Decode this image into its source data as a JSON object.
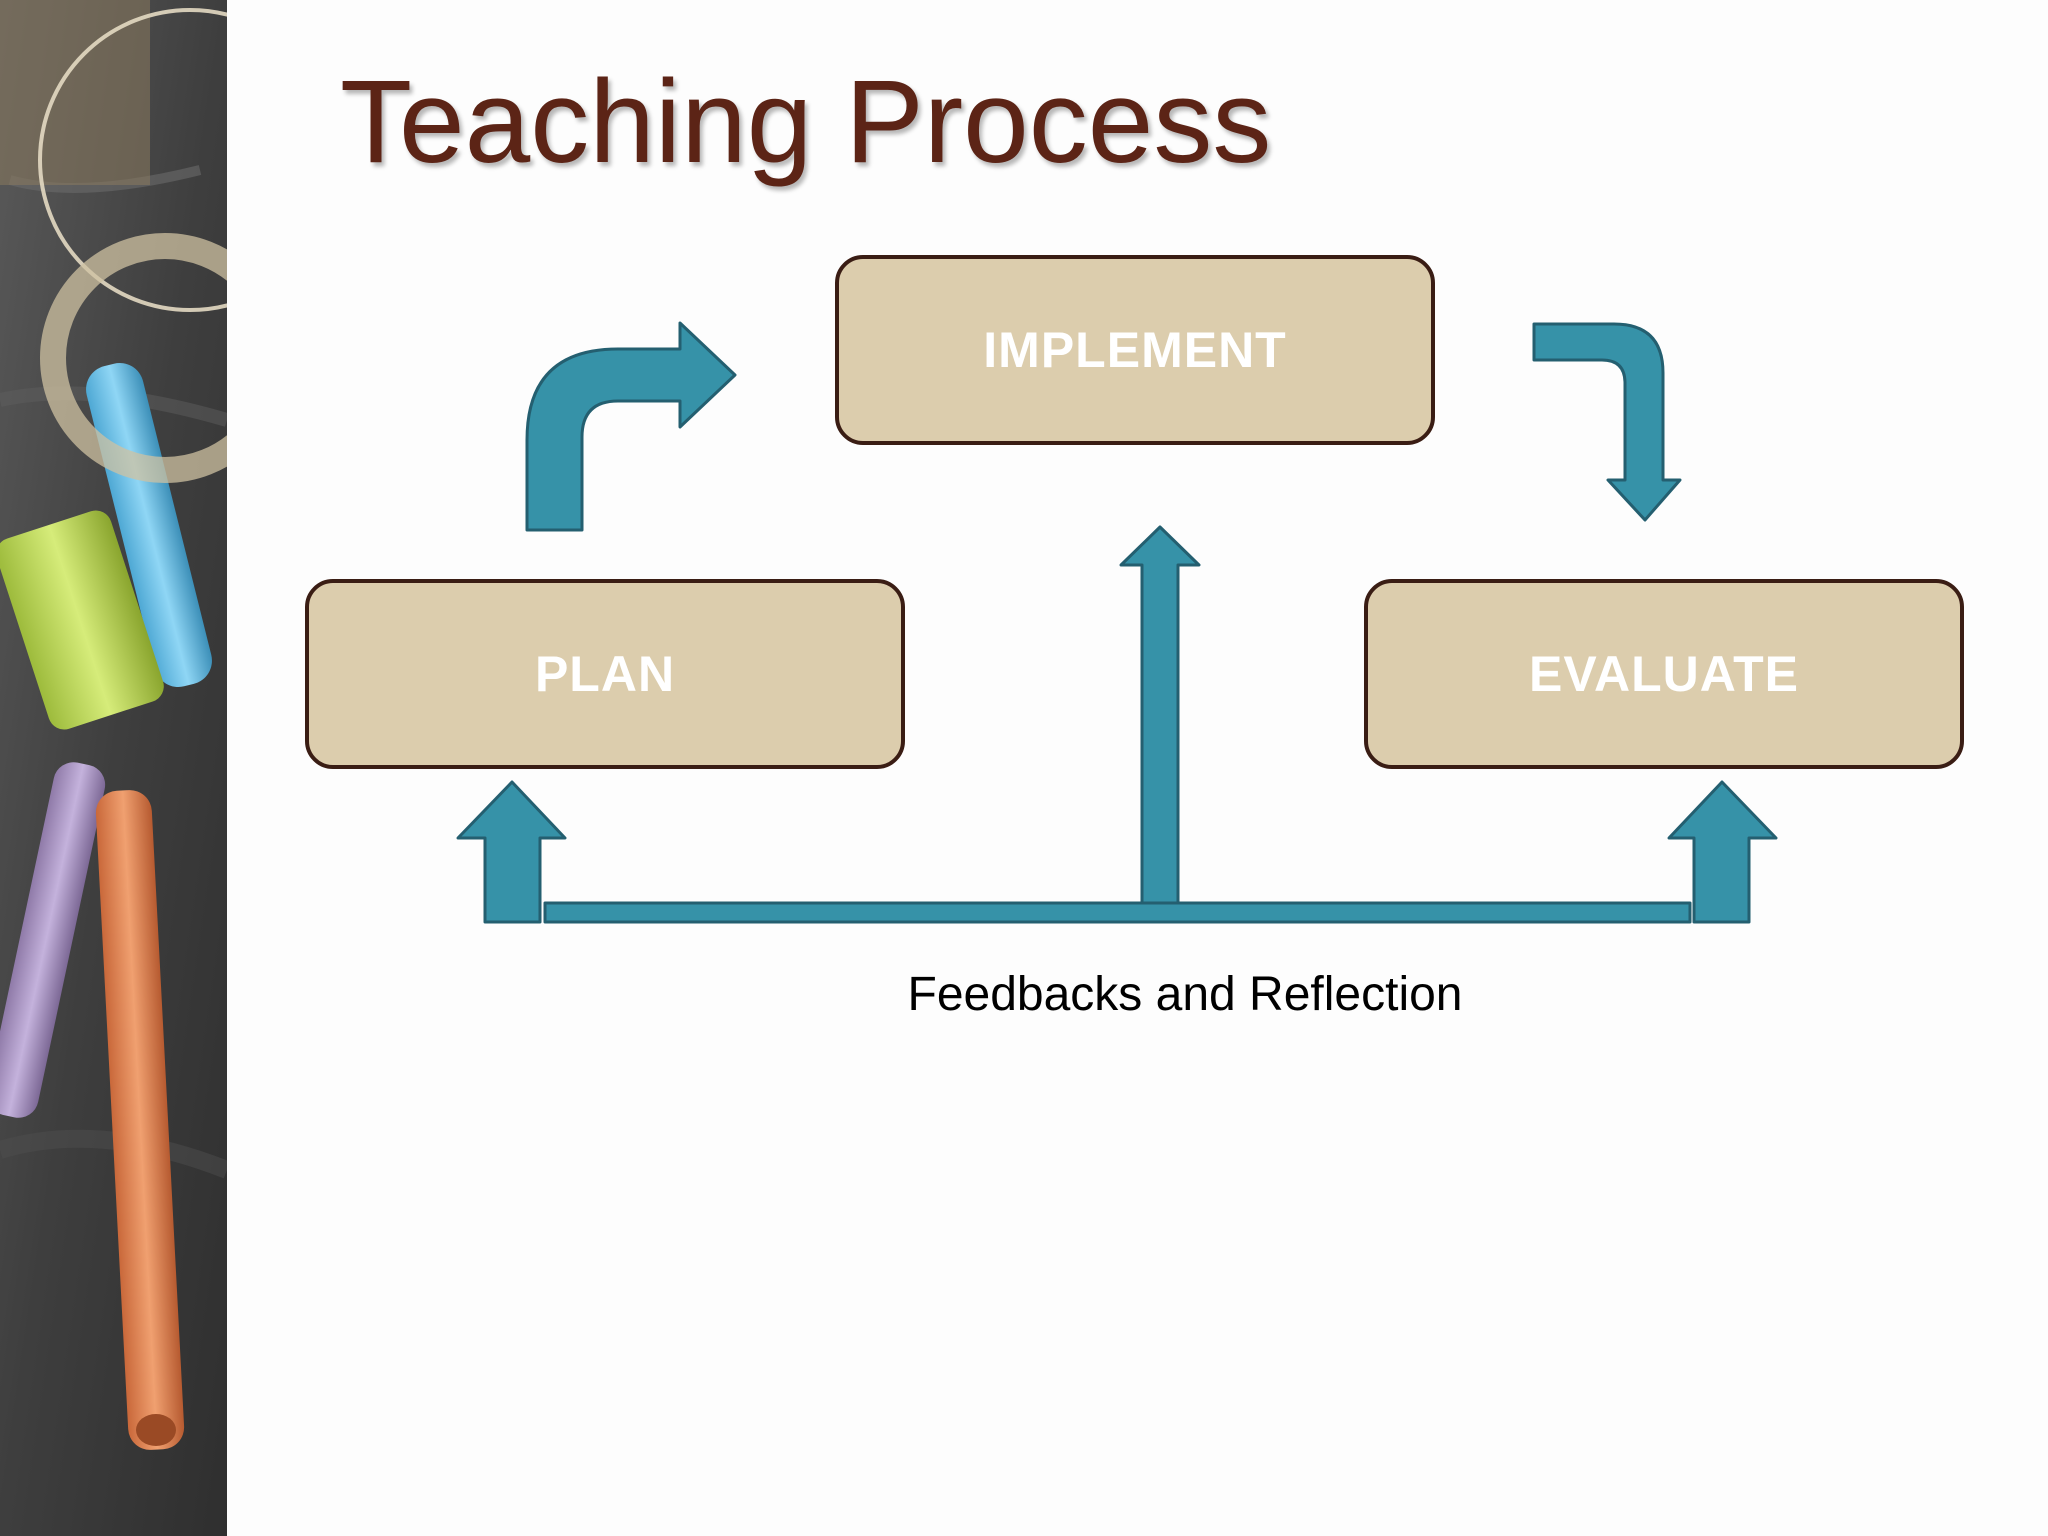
{
  "slide": {
    "title": "Teaching Process",
    "caption": "Feedbacks and Reflection"
  },
  "steps": [
    {
      "id": "implement",
      "label": "IMPLEMENT"
    },
    {
      "id": "plan",
      "label": "PLAN"
    },
    {
      "id": "evaluate",
      "label": "EVALUATE"
    }
  ],
  "colors": {
    "title": "#5c2416",
    "box_fill": "#dccdad",
    "box_border": "#3a1d14",
    "box_text": "#ffffff",
    "arrow_fill": "#3692a8",
    "arrow_stroke": "#245f70"
  },
  "icons": {
    "decor": "chalk-and-rings-photo"
  }
}
